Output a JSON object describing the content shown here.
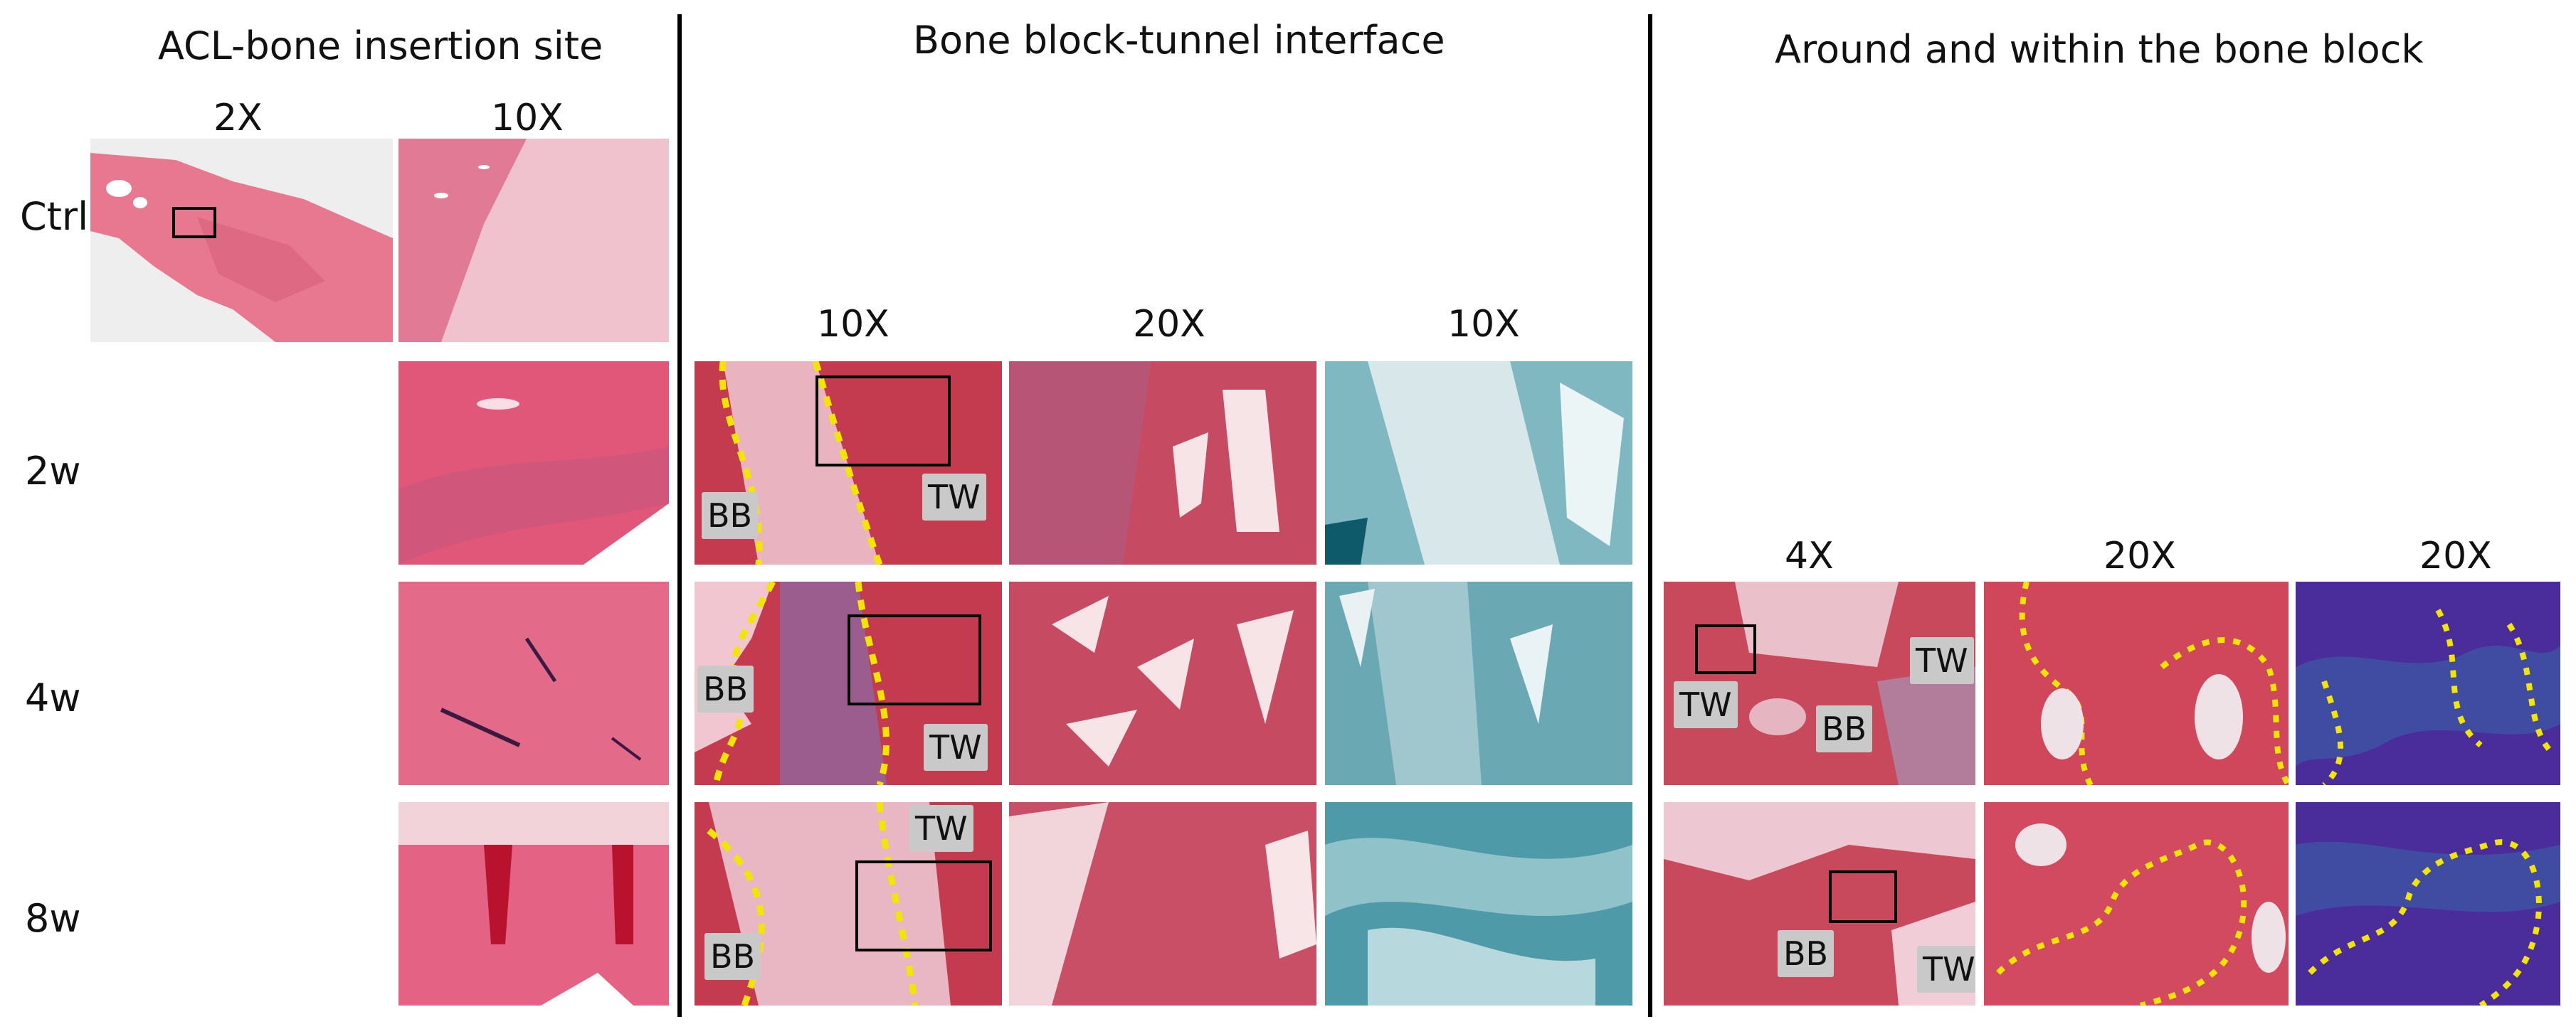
{
  "sections": {
    "insertion": "ACL-bone insertion site",
    "interface": "Bone block-tunnel interface",
    "around": "Around and within the bone block"
  },
  "magnifications": {
    "ins_low": "2X",
    "ins_high": "10X",
    "int_he_low": "10X",
    "int_he_high": "20X",
    "int_masson": "10X",
    "aro_low": "4X",
    "aro_he": "20X",
    "aro_stain": "20X"
  },
  "rows": {
    "ctrl": "Ctrl",
    "w2": "2w",
    "w4": "4w",
    "w8": "8w"
  },
  "tags": {
    "bb": "BB",
    "tw": "TW"
  },
  "colors": {
    "he_pink": "#e0577a",
    "bone_red": "#c43a4f",
    "masson_teal": "#5fa8b4",
    "stain_purple": "#4a2d9a",
    "marker_yellow": "#f2e600"
  }
}
